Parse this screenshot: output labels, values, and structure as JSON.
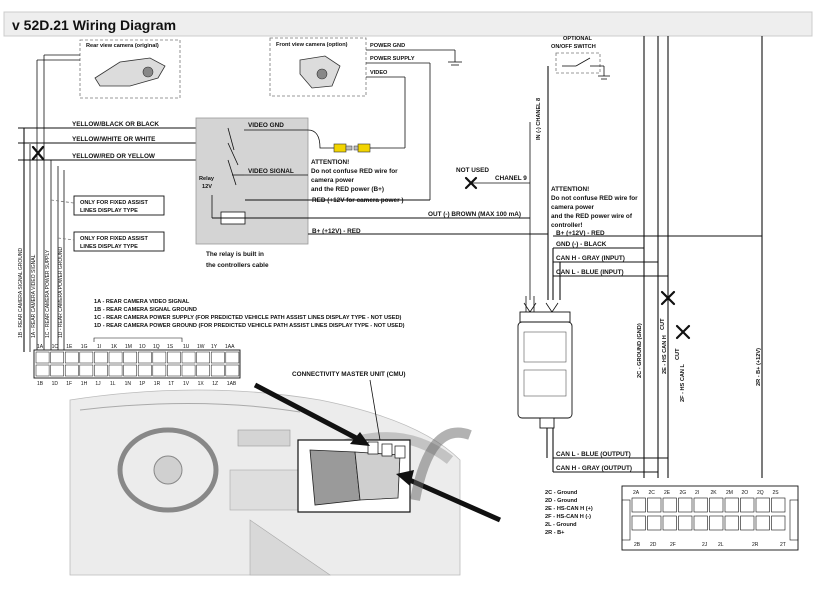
{
  "title": "v 52D.21 Wiring Diagram",
  "cameras": {
    "rear": "Rear view camera (original)",
    "front": "Front view camera (option)"
  },
  "front_camera_wires": [
    "POWER GND",
    "POWER SUPPLY",
    "VIDEO"
  ],
  "switch_label": [
    "OPTIONAL",
    "ON/OFF SWITCH"
  ],
  "relay": {
    "label": [
      "Relay",
      "12V"
    ],
    "video_gnd": "VIDEO GND",
    "video_signal": "VIDEO SIGNAL",
    "caption": [
      "The relay is built in",
      "the controllers cable"
    ]
  },
  "attention_left": [
    "ATTENTION!",
    "Do not confuse  RED wire for",
    "camera power",
    "and the RED power (B+)"
  ],
  "attention_right": [
    "ATTENTION!",
    "Do not confuse  RED wire for",
    "camera power",
    "and the RED power wire of",
    "controller!"
  ],
  "left_wires": [
    "YELLOW/BLACK OR BLACK",
    "YELLOW/WHITE OR WHITE",
    "YELLOW/RED OR YELLOW"
  ],
  "assist_notes": [
    "ONLY FOR FIXED ASSIST",
    "LINES DISPLAY TYPE"
  ],
  "vertical_labels": [
    "1B - REAR CAMERA SIGNAL GROUND",
    "1A - REAR CAMERA VIDEO SIGNAL",
    "1C - REAR CAMERA POWER SUPPLY",
    "1D - REAR CAMERA POWER GROUND"
  ],
  "mid_wires": {
    "red_camera": "RED (+12V for camera power )",
    "out_brown": "OUT (-) BROWN (MAX 100 mA)",
    "bplus_red": "B+ (+12V) - RED",
    "not_used": "NOT USED",
    "chanel9": "CHANEL 9",
    "chanel8": "IN (-) CHANEL 8"
  },
  "right_wires": {
    "bplus_red": "B+ (+12V) - RED",
    "gnd_black": "GND (-) - BLACK",
    "canh_in": "CAN H - GRAY (INPUT)",
    "canl_in": "CAN L - BLUE (INPUT)",
    "canl_out": "CAN L - BLUE (OUTPUT)",
    "canh_out": "CAN H - GRAY (OUTPUT)"
  },
  "right_vertical": [
    "2C - GROUND (GND)",
    "2E - HS CAN H",
    "2F - HS CAN L",
    "2R - B+ (+12V)"
  ],
  "cut_labels": [
    "CUT",
    "CUT"
  ],
  "pin_legend_1": [
    "1A - REAR CAMERA VIDEO SIGNAL",
    "1B - REAR CAMERA SIGNAL GROUND",
    "1C - REAR CAMERA POWER SUPPLY (FOR PREDICTED VEHICLE PATH ASSIST LINES DISPLAY TYPE - NOT USED)",
    "1D - REAR CAMERA POWER GROUND (FOR PREDICTED VEHICLE PATH ASSIST LINES DISPLAY TYPE - NOT USED)"
  ],
  "pin_legend_2": [
    "2C - Ground",
    "2D - Ground",
    "2E - HS-CAN H (+)",
    "2F - HS-CAN H (-)",
    "2L - Ground",
    "2R - B+"
  ],
  "connector1": {
    "top_left": [
      "1A",
      "1C",
      "1E",
      "1G"
    ],
    "top_mid": [
      "1I",
      "1K",
      "1M",
      "1O",
      "1Q",
      "1S"
    ],
    "top_right": [
      "1U",
      "1W",
      "1Y",
      "1AA"
    ],
    "bottom": [
      "1B",
      "1D",
      "1F",
      "1H",
      "1J",
      "1L",
      "1N",
      "1P",
      "1R",
      "1T",
      "1V",
      "1X",
      "1Z",
      "1AB"
    ]
  },
  "connector2": {
    "top": [
      "2A",
      "2C",
      "2E",
      "2G",
      "2I",
      "2K",
      "2M",
      "2O",
      "2Q",
      "2S"
    ],
    "bottom": [
      "2B",
      "2D",
      "2F",
      "2J",
      "2L",
      "2R",
      "2T"
    ]
  },
  "cmu_label": "CONNECTIVITY MASTER UNIT (CMU)"
}
